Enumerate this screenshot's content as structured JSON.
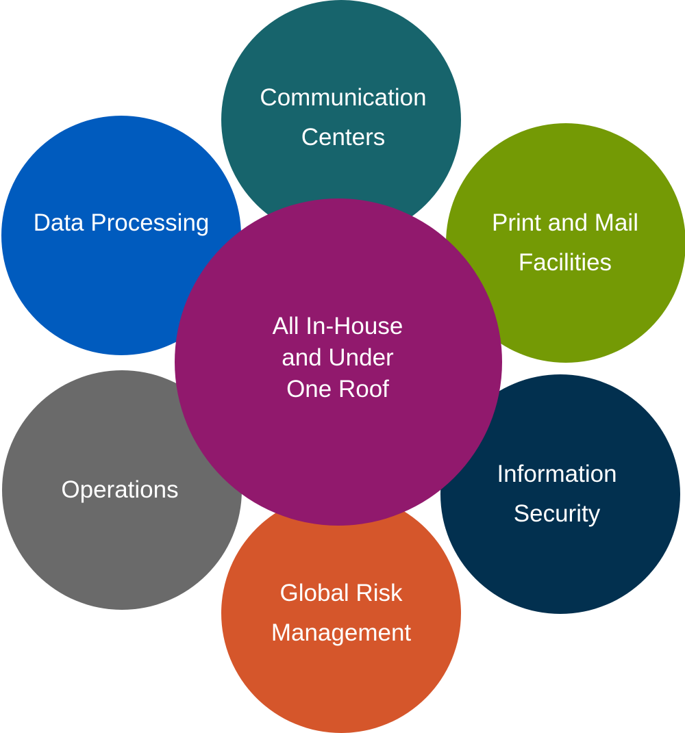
{
  "diagram": {
    "center": {
      "label": "All In-House\nand Under\nOne Roof",
      "color": "#91196D"
    },
    "satellites": [
      {
        "id": "communication",
        "label": "Communication\nCenters",
        "color": "#17646C"
      },
      {
        "id": "print-mail",
        "label": "Print and Mail\nFacilities",
        "color": "#749A05"
      },
      {
        "id": "info-security",
        "label": "Information\nSecurity",
        "color": "#02304F"
      },
      {
        "id": "global-risk",
        "label": "Global Risk\nManagement",
        "color": "#D5562B"
      },
      {
        "id": "operations",
        "label": "Operations",
        "color": "#6A6A6A"
      },
      {
        "id": "data-processing",
        "label": "Data Processing",
        "color": "#005BBE"
      }
    ]
  }
}
